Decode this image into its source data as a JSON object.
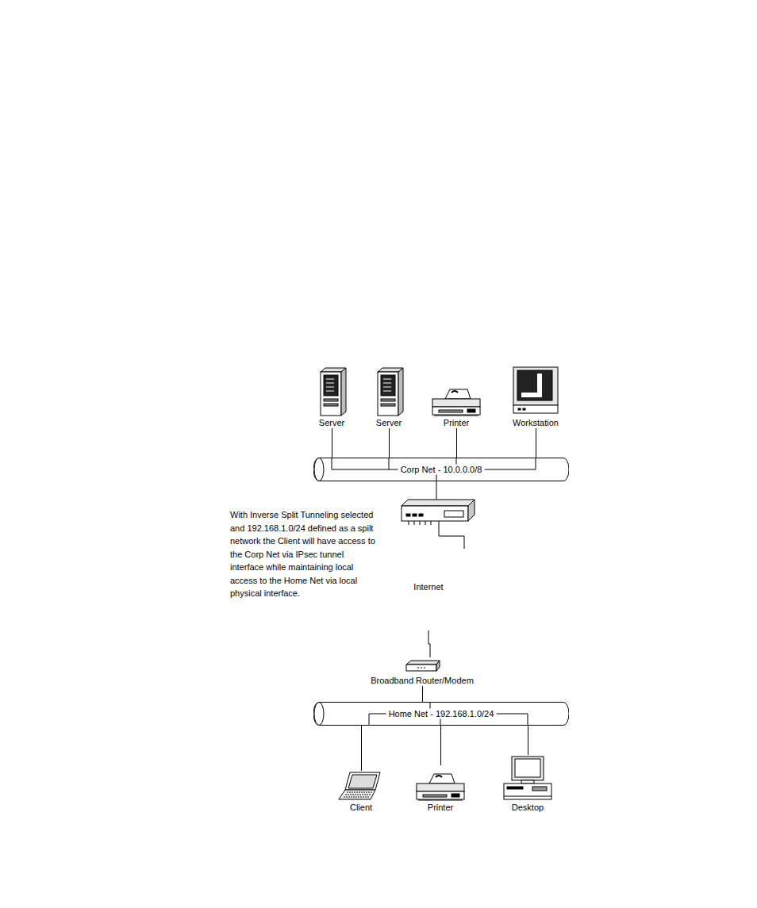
{
  "diagram": {
    "nodes": [
      {
        "text": [
          "Server"
        ]
      },
      {
        "text": [
          "Server"
        ]
      },
      {
        "text": [
          "Printer"
        ]
      },
      {
        "text": [
          "Workstation"
        ]
      },
      {
        "text": [
          "Corp Net - 10.0.0.0/8"
        ]
      },
      {
        "text": [
          "Broadband Router/Modem"
        ]
      },
      {
        "text": [
          "Home Net - 192.168.1.0/24"
        ]
      },
      {
        "text": [
          "Client"
        ]
      },
      {
        "text": [
          "Printer"
        ]
      },
      {
        "text": [
          "Desktop"
        ]
      }
    ],
    "edges": [
      {
        "from": 0,
        "to": 4,
        "arrow": "none"
      },
      {
        "from": 1,
        "to": 4,
        "arrow": "none"
      },
      {
        "from": 2,
        "to": 4,
        "arrow": "none"
      },
      {
        "from": 3,
        "to": 4,
        "arrow": "none"
      },
      {
        "from": 5,
        "to": 6,
        "arrow": "none"
      },
      {
        "from": 6,
        "to": 7,
        "arrow": "none"
      },
      {
        "from": 6,
        "to": 8,
        "arrow": "none"
      },
      {
        "from": 6,
        "to": 9,
        "arrow": "none"
      }
    ],
    "labels": [
      "With Inverse Split Tunneling selected and 192.168.1.0/24 defined as a spilt network the Client will have access to the Corp Net via IPsec tunnel interface while maintaining local access to the Home Net via local physical interface.",
      "Internet"
    ]
  }
}
